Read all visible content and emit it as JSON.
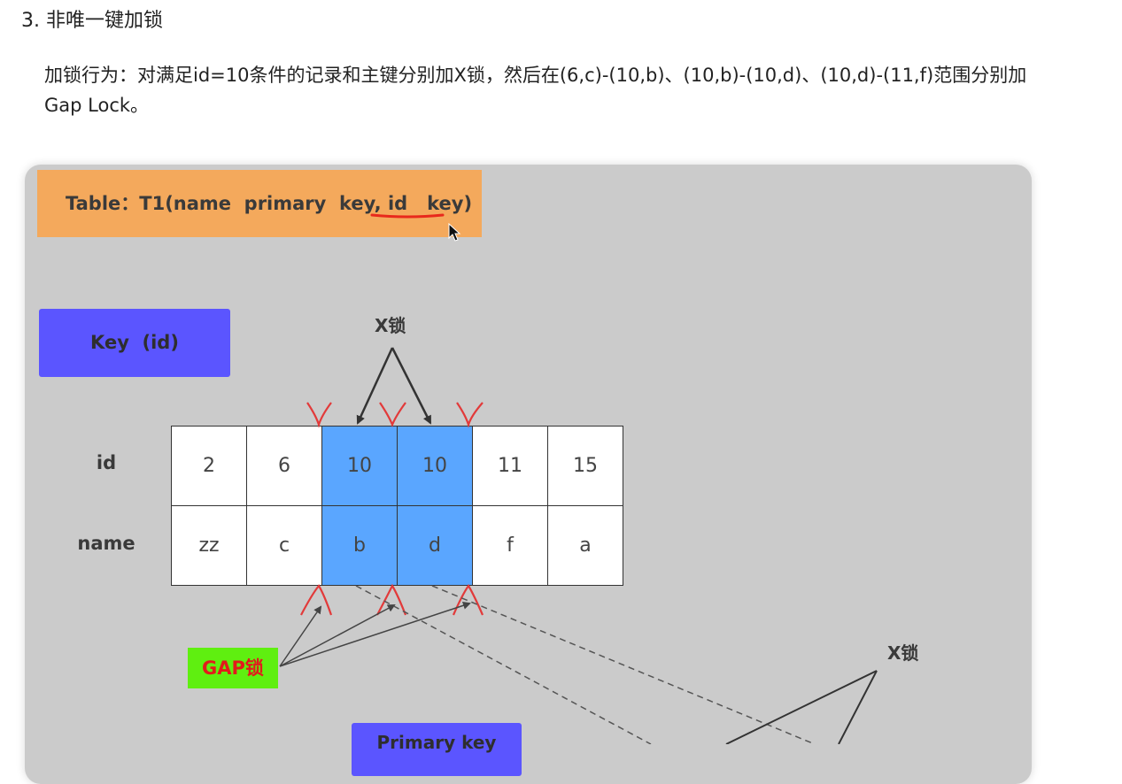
{
  "heading": "3. 非唯一键加锁",
  "paragraph": "加锁行为：对满足id=10条件的记录和主键分别加X锁，然后在(6,c)-(10,b)、(10,b)-(10,d)、(10,d)-(11,f)范围分别加Gap Lock。",
  "diagram": {
    "table_title": "Table：T1(name  primary  key, id   key)",
    "key_label": "Key  (id)",
    "primary_key_label": "Primary key",
    "x_lock_label": "X锁",
    "x_lock_label_2": "X锁",
    "gap_lock_label": "GAP锁",
    "row_labels": {
      "id": "id",
      "name": "name"
    },
    "columns": [
      {
        "id": "2",
        "name": "zz",
        "locked": false
      },
      {
        "id": "6",
        "name": "c",
        "locked": false
      },
      {
        "id": "10",
        "name": "b",
        "locked": true
      },
      {
        "id": "10",
        "name": "d",
        "locked": true
      },
      {
        "id": "11",
        "name": "f",
        "locked": false
      },
      {
        "id": "15",
        "name": "a",
        "locked": false
      }
    ]
  },
  "colors": {
    "title_bg": "#f4a95c",
    "key_bg": "#5b55ff",
    "locked_cell": "#5aa6ff",
    "gap_bg": "#5fef10",
    "gap_text": "#e21b1b",
    "gap_marker": "#e23a3a",
    "underline": "#e8291c"
  }
}
